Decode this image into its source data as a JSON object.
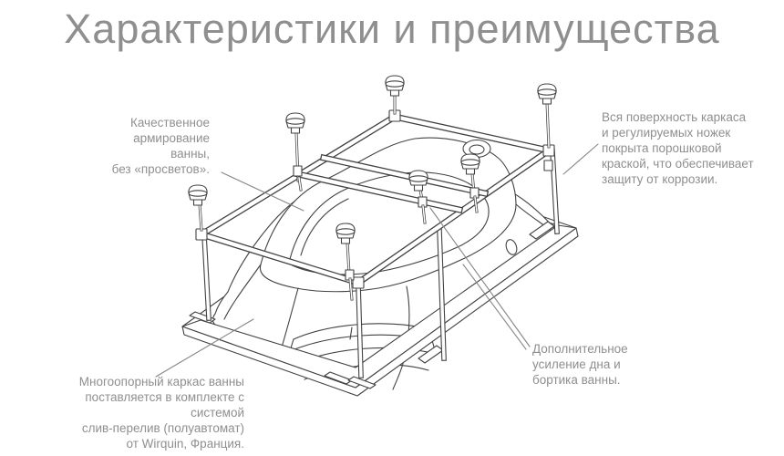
{
  "title": "Характеристики и преимущества",
  "annotations": [
    {
      "id": "armoring",
      "lines": [
        "Качественное",
        "армирование",
        "ванны,",
        "без «просветов»."
      ]
    },
    {
      "id": "coating",
      "lines": [
        "Вся поверхность каркаса",
        "и регулируемых ножек",
        "покрыта порошковой",
        "краской, что обеспечивает",
        "защиту от коррозии."
      ]
    },
    {
      "id": "frame_kit",
      "lines": [
        "Многоопорный каркас ванны",
        "поставляется в комплекте с системой",
        "слив-перелив (полуавтомат)",
        "от Wirquin, Франция."
      ]
    },
    {
      "id": "reinforcement",
      "lines": [
        "Дополнительное",
        "усиление дна и",
        "бортика ванны."
      ]
    }
  ],
  "diagram": {
    "subject": "Каркас ванны с регулируемыми ножками (вид снизу)",
    "parts": [
      "ванна",
      "многоопорный каркас",
      "регулируемые ножки",
      "слив",
      "перелив"
    ]
  },
  "colors": {
    "title_text": "#8f8f8f",
    "annotation_text": "#8f8f8f",
    "drawing_line": "#424242",
    "leader_line": "#868686",
    "background": "#ffffff"
  }
}
